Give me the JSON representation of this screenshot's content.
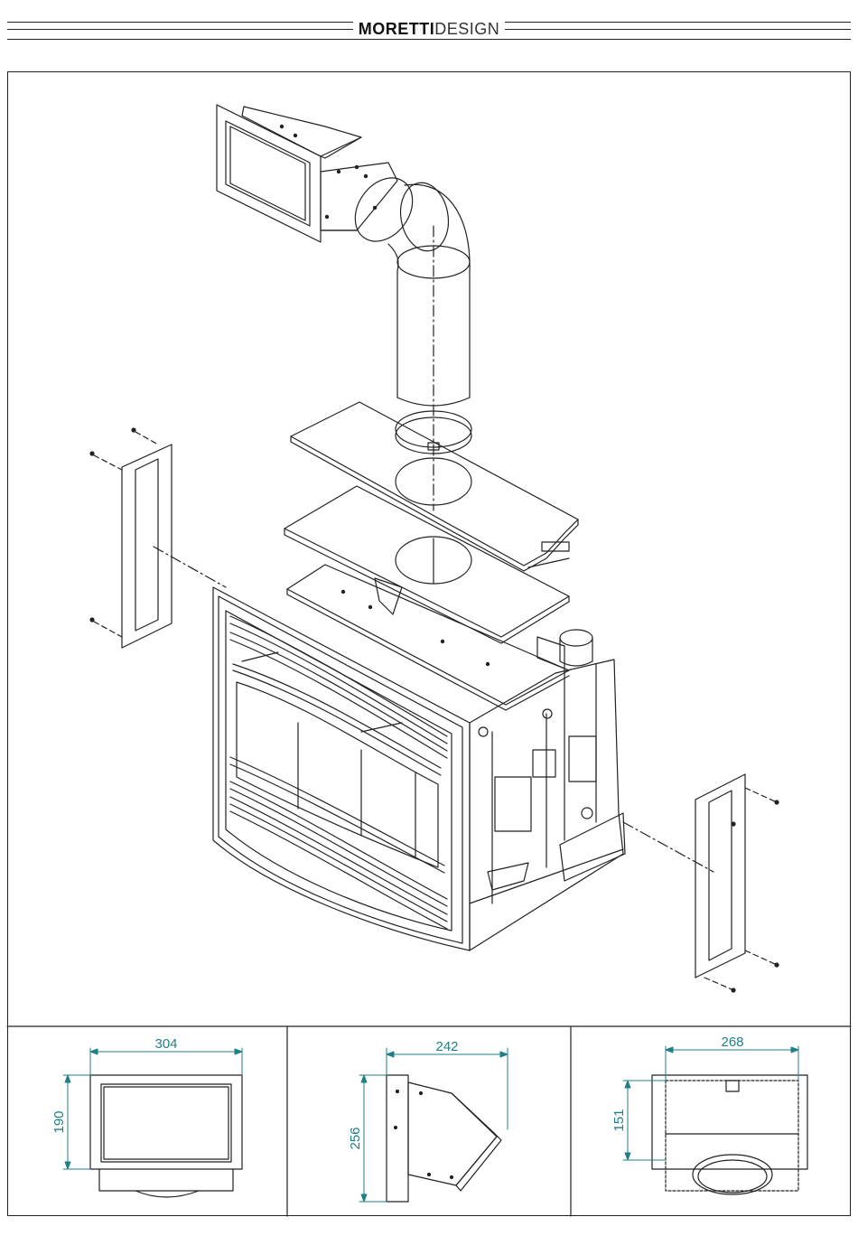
{
  "header": {
    "brand_bold": "MORETTI",
    "brand_light": "DESIGN"
  },
  "details": [
    {
      "width_label": "304",
      "height_label": "190"
    },
    {
      "width_label": "242",
      "height_label": "256"
    },
    {
      "width_label": "268",
      "height_label": "151"
    }
  ],
  "colors": {
    "line": "#222222",
    "dimension": "#1f7f86"
  }
}
